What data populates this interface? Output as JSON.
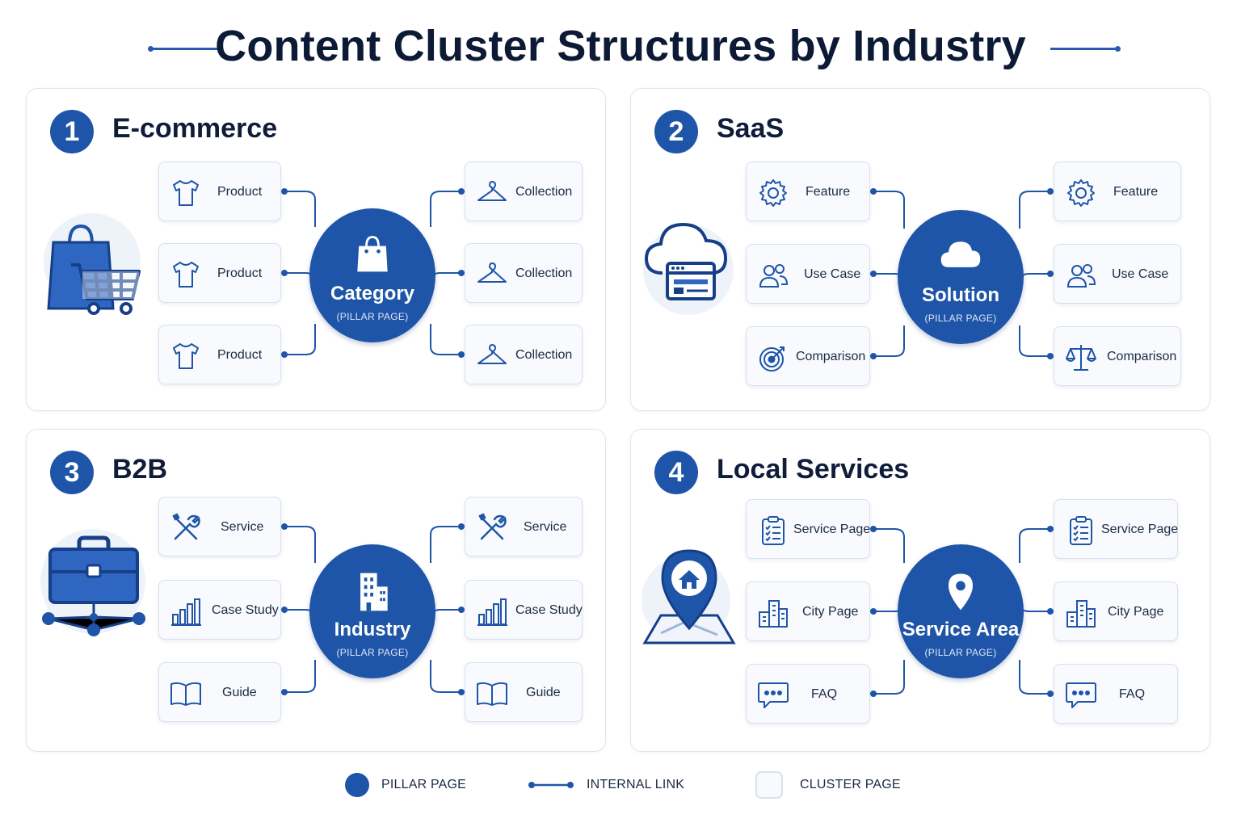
{
  "title": "Content Cluster Structures by Industry",
  "colors": {
    "primary": "#1f55a8",
    "card_bg": "#f8fafd",
    "card_border": "#d7e0ee",
    "text": "#0f1d3a"
  },
  "panels": [
    {
      "number": "1",
      "title": "E-commerce",
      "hero_icon": "shopping-bag-cart-icon",
      "pillar": {
        "label": "Category",
        "sub": "(PILLAR PAGE)",
        "icon": "shopping-bag-icon"
      },
      "left_cards": [
        {
          "label": "Product",
          "icon": "tshirt-icon"
        },
        {
          "label": "Product",
          "icon": "tshirt-icon"
        },
        {
          "label": "Product",
          "icon": "tshirt-icon"
        }
      ],
      "right_cards": [
        {
          "label": "Collection",
          "icon": "hanger-icon"
        },
        {
          "label": "Collection",
          "icon": "hanger-icon"
        },
        {
          "label": "Collection",
          "icon": "hanger-icon"
        }
      ]
    },
    {
      "number": "2",
      "title": "SaaS",
      "hero_icon": "cloud-browser-icon",
      "pillar": {
        "label": "Solution",
        "sub": "(PILLAR PAGE)",
        "icon": "cloud-icon"
      },
      "left_cards": [
        {
          "label": "Feature",
          "icon": "gear-icon"
        },
        {
          "label": "Use Case",
          "icon": "users-icon"
        },
        {
          "label": "Comparison",
          "icon": "target-icon"
        }
      ],
      "right_cards": [
        {
          "label": "Feature",
          "icon": "gear-icon"
        },
        {
          "label": "Use Case",
          "icon": "users-icon"
        },
        {
          "label": "Comparison",
          "icon": "scale-icon"
        }
      ]
    },
    {
      "number": "3",
      "title": "B2B",
      "hero_icon": "briefcase-network-icon",
      "pillar": {
        "label": "Industry",
        "sub": "(PILLAR PAGE)",
        "icon": "building-icon"
      },
      "left_cards": [
        {
          "label": "Service",
          "icon": "tools-icon"
        },
        {
          "label": "Case Study",
          "icon": "bar-chart-icon"
        },
        {
          "label": "Guide",
          "icon": "book-icon"
        }
      ],
      "right_cards": [
        {
          "label": "Service",
          "icon": "tools-icon"
        },
        {
          "label": "Case Study",
          "icon": "bar-chart-icon"
        },
        {
          "label": "Guide",
          "icon": "book-icon"
        }
      ]
    },
    {
      "number": "4",
      "title": "Local Services",
      "hero_icon": "map-pin-home-icon",
      "pillar": {
        "label": "Service Area",
        "sub": "(PILLAR PAGE)",
        "icon": "map-pin-icon"
      },
      "left_cards": [
        {
          "label": "Service Page",
          "icon": "checklist-icon"
        },
        {
          "label": "City Page",
          "icon": "city-icon"
        },
        {
          "label": "FAQ",
          "icon": "chat-icon"
        }
      ],
      "right_cards": [
        {
          "label": "Service Page",
          "icon": "checklist-icon"
        },
        {
          "label": "City Page",
          "icon": "city-icon"
        },
        {
          "label": "FAQ",
          "icon": "chat-icon"
        }
      ]
    }
  ],
  "legend": [
    {
      "label": "PILLAR PAGE",
      "icon": "pillar-dot-icon"
    },
    {
      "label": "INTERNAL LINK",
      "icon": "link-line-icon"
    },
    {
      "label": "CLUSTER PAGE",
      "icon": "cluster-square-icon"
    }
  ]
}
